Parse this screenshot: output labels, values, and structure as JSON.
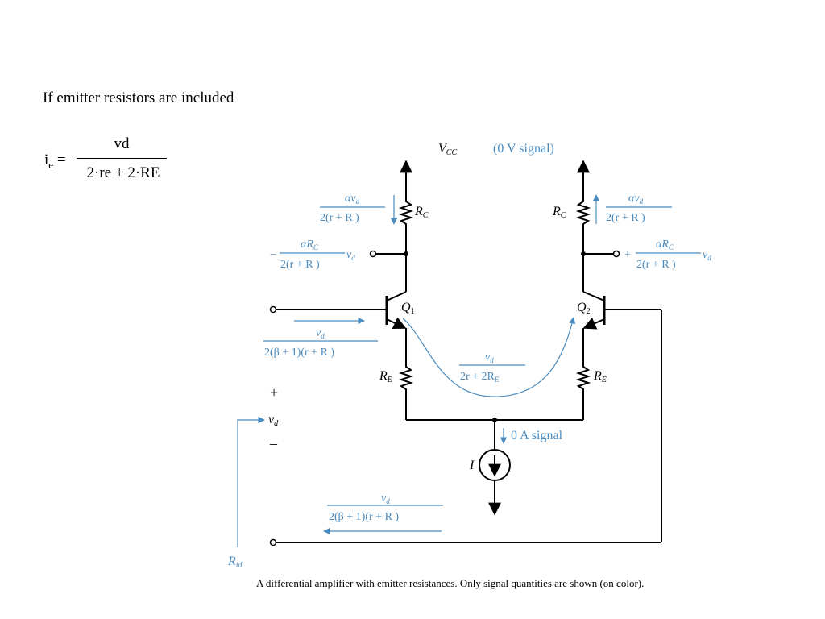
{
  "heading": "If emitter resistors are included",
  "formula": {
    "lhs_var": "i",
    "lhs_sub": "e",
    "equals": "=",
    "numerator": "vd",
    "denominator": "2·re + 2·RE"
  },
  "circuit": {
    "vcc": "V",
    "vcc_sub": "CC",
    "vcc_signal": "(0 V signal)",
    "rc_symbol": "R",
    "rc_sub": "C",
    "re_symbol": "R",
    "re_sub": "E",
    "q1": "Q",
    "q1_sub": "1",
    "q2": "Q",
    "q2_sub": "2",
    "current_source": "I",
    "zero_signal": "0 A signal",
    "input_plus": "+",
    "input_vd": "v",
    "input_vd_sub": "d",
    "input_minus": "–",
    "rid": "R",
    "rid_sub": "id",
    "collector_current_num": "αv",
    "collector_current_den": "2(r  + R )",
    "out1_sign": "−",
    "out2_sign": "+",
    "out_gain_num": "αR",
    "out_gain_den": "2(r  + R )",
    "base_current_num": "v",
    "base_current_den": "2(β + 1)(r  + R )",
    "emitter_current_num": "v",
    "emitter_current_den": "2r  + 2R"
  },
  "caption": "A differential amplifier with emitter resistances.  Only signal quantities are shown (on color).",
  "colors": {
    "signal": "#4a8bbf",
    "circuit": "#000000"
  }
}
